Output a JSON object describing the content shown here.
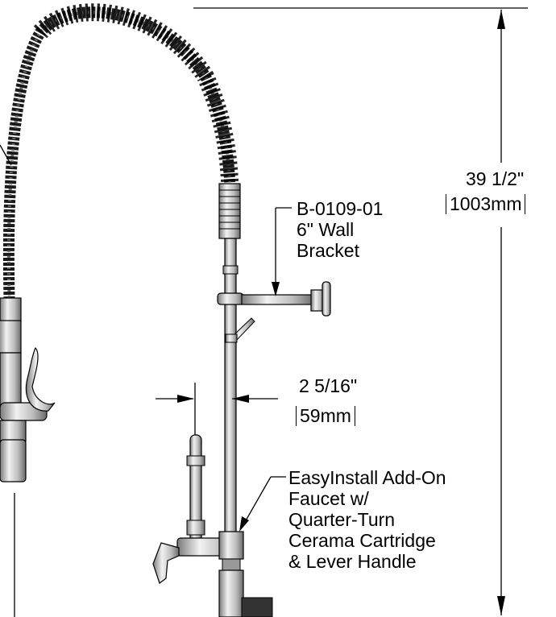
{
  "dimensions": {
    "height": {
      "imperial": "39 1/2\"",
      "metric": "1003mm"
    },
    "width": {
      "imperial": "2 5/16\"",
      "metric": "59mm"
    }
  },
  "callouts": {
    "bracket": {
      "part_number": "B-0109-01",
      "line2": "6\" Wall",
      "line3": "Bracket"
    },
    "faucet": {
      "line1": "EasyInstall Add-On",
      "line2": "Faucet w/",
      "line3": "Quarter-Turn",
      "line4": "Cerama Cartridge",
      "line5": "& Lever Handle"
    }
  }
}
